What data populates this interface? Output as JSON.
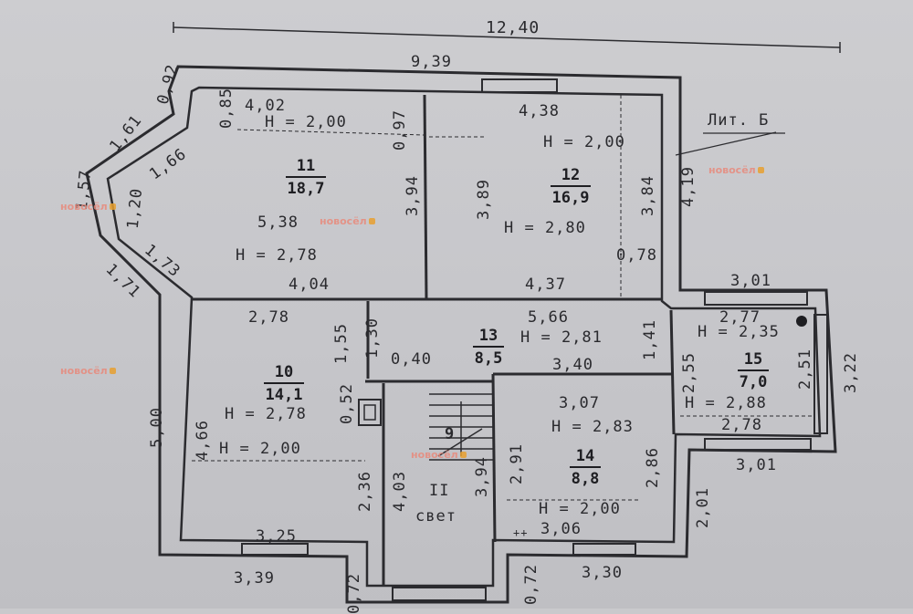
{
  "plan": {
    "overall_width": "12,40",
    "top_wall": "9,39",
    "lit_label": "Лит. Б",
    "dims": {
      "d092": "0,92",
      "d161": "1,61",
      "d085": "0,85",
      "d166": "1,66",
      "d157": "1,57",
      "d120": "1,20",
      "d173": "1,73",
      "d171": "1,71",
      "d097": "0,97",
      "d394": "3,94",
      "d389": "3,89",
      "d384": "3,84",
      "d419": "4,19",
      "d078": "0,78",
      "d404": "4,04",
      "d437": "4,37",
      "d301a": "3,01",
      "d277": "2,77",
      "d278a": "2,78",
      "d155": "1,55",
      "d130": "1,30",
      "d566": "5,66",
      "d141": "1,41",
      "d040": "0,40",
      "d340": "3,40",
      "d255": "2,55",
      "d251": "2,51",
      "d322": "3,22",
      "d278b": "2,78",
      "d052": "0,52",
      "d307": "3,07",
      "d466": "4,66",
      "d500": "5,00",
      "d291": "2,91",
      "d286": "2,86",
      "d301b": "3,01",
      "d236": "2,36",
      "d403": "4,03",
      "d394b": "3,94",
      "d201": "2,01",
      "d325": "3,25",
      "d306": "3,06",
      "d339": "3,39",
      "d330": "3,30",
      "d072a": "0,72",
      "d072b": "0,72",
      "d538": "5,38",
      "d402": "4,02",
      "d438": "4,38"
    },
    "heights": {
      "h_r11_top": "H = 2,00",
      "h_r11": "H = 2,78",
      "h_r12_top": "H = 2,00",
      "h_r12": "H = 2,80",
      "h_r13": "H = 2,81",
      "h_r15_top": "H = 2,35",
      "h_r15": "H = 2,88",
      "h_r10": "H = 2,78",
      "h_r10_low": "H = 2,00",
      "h_r14": "H = 2,83",
      "h_r14_low": "H = 2,00"
    },
    "rooms": [
      {
        "num": "11",
        "area": "18,7"
      },
      {
        "num": "12",
        "area": "16,9"
      },
      {
        "num": "13",
        "area": "8,5"
      },
      {
        "num": "15",
        "area": "7,0"
      },
      {
        "num": "10",
        "area": "14,1"
      },
      {
        "num": "14",
        "area": "8,8"
      }
    ],
    "stair_num": "9",
    "light_well": {
      "roman": "II",
      "label": "свет"
    },
    "plus_marks": "++"
  },
  "watermark": "новосёл"
}
